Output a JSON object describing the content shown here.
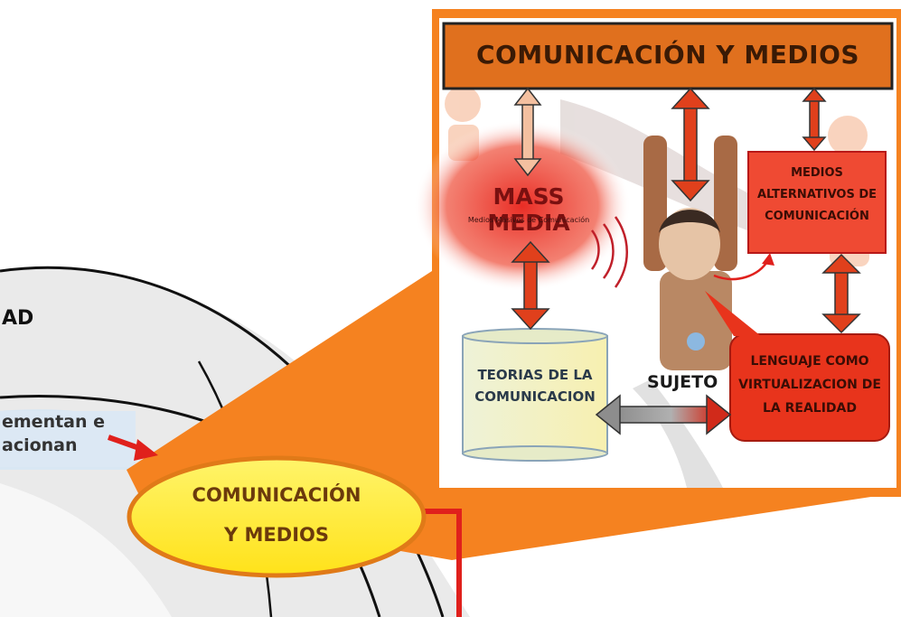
{
  "left_diagram": {
    "partial_label_top": "AD",
    "partial_label_mid_line1": "ementan e",
    "partial_label_mid_line2": "acionan"
  },
  "center_bubble": {
    "line1": "COMUNICACIÓN",
    "line2": "Y MEDIOS"
  },
  "detail_panel": {
    "title": "COMUNICACIÓN Y MEDIOS",
    "mass_media": {
      "title": "MASS MEDIA",
      "subtitle": "Medios Masivos de Comunicación"
    },
    "medios_alternativos": {
      "line1": "MEDIOS",
      "line2": "ALTERNATIVOS DE",
      "line3": "COMUNICACIÓN"
    },
    "teorias": {
      "line1": "TEORIAS DE LA",
      "line2": "COMUNICACION"
    },
    "sujeto": "SUJETO",
    "lenguaje": {
      "line1": "LENGUAJE COMO",
      "line2": "VIRTUALIZACION DE",
      "line3": "LA REALIDAD"
    }
  },
  "colors": {
    "orange": "#f58220",
    "title_bar": "#e0701e",
    "red_box": "#e8341c",
    "arrow_red": "#e0401c",
    "bubble_yellow": "#ffee3a"
  }
}
